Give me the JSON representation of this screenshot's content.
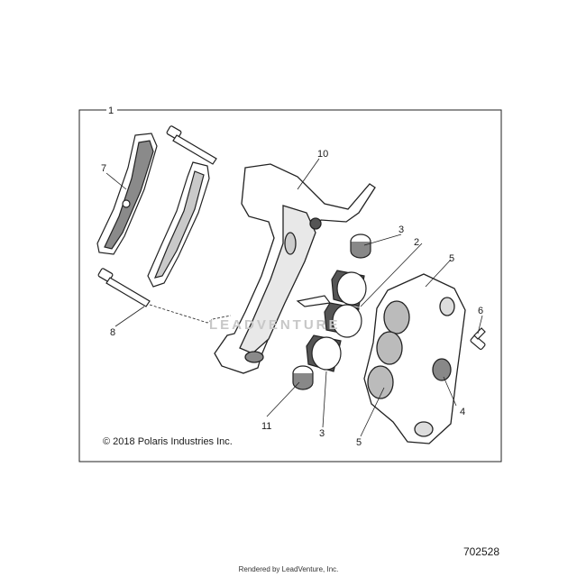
{
  "callouts": {
    "c1": "1",
    "c2": "2",
    "c3a": "3",
    "c3b": "3",
    "c4": "4",
    "c5a": "5",
    "c5b": "5",
    "c6": "6",
    "c7": "7",
    "c8": "8",
    "c10": "10",
    "c11": "11"
  },
  "footer": {
    "copyright": "© 2018 Polaris Industries Inc.",
    "diagram_number": "702528",
    "rendered_by": "Rendered by LeadVenture, Inc."
  },
  "watermark": "LEADVENTURE",
  "colors": {
    "line": "#222222",
    "fill": "#ffffff",
    "shade": "#8a8a8a",
    "dark": "#555555"
  }
}
